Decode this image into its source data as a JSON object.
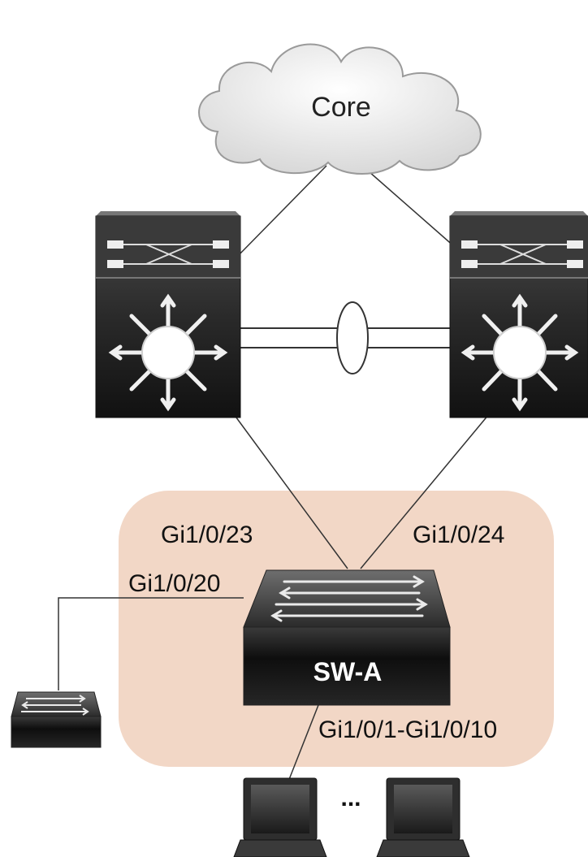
{
  "diagram": {
    "cloud_label": "Core",
    "switch_label": "SW-A",
    "ports": {
      "uplink_left": "Gi1/0/23",
      "uplink_right": "Gi1/0/24",
      "to_access": "Gi1/0/20",
      "to_hosts": "Gi1/0/1-Gi1/0/10"
    },
    "ellipsis": "..."
  },
  "colors": {
    "zone": "#f2d7c6",
    "device_dark": "#1e1e1e",
    "device_top": "#5a5a5a",
    "cloud": "#e9e9e9",
    "link": "#333333"
  }
}
